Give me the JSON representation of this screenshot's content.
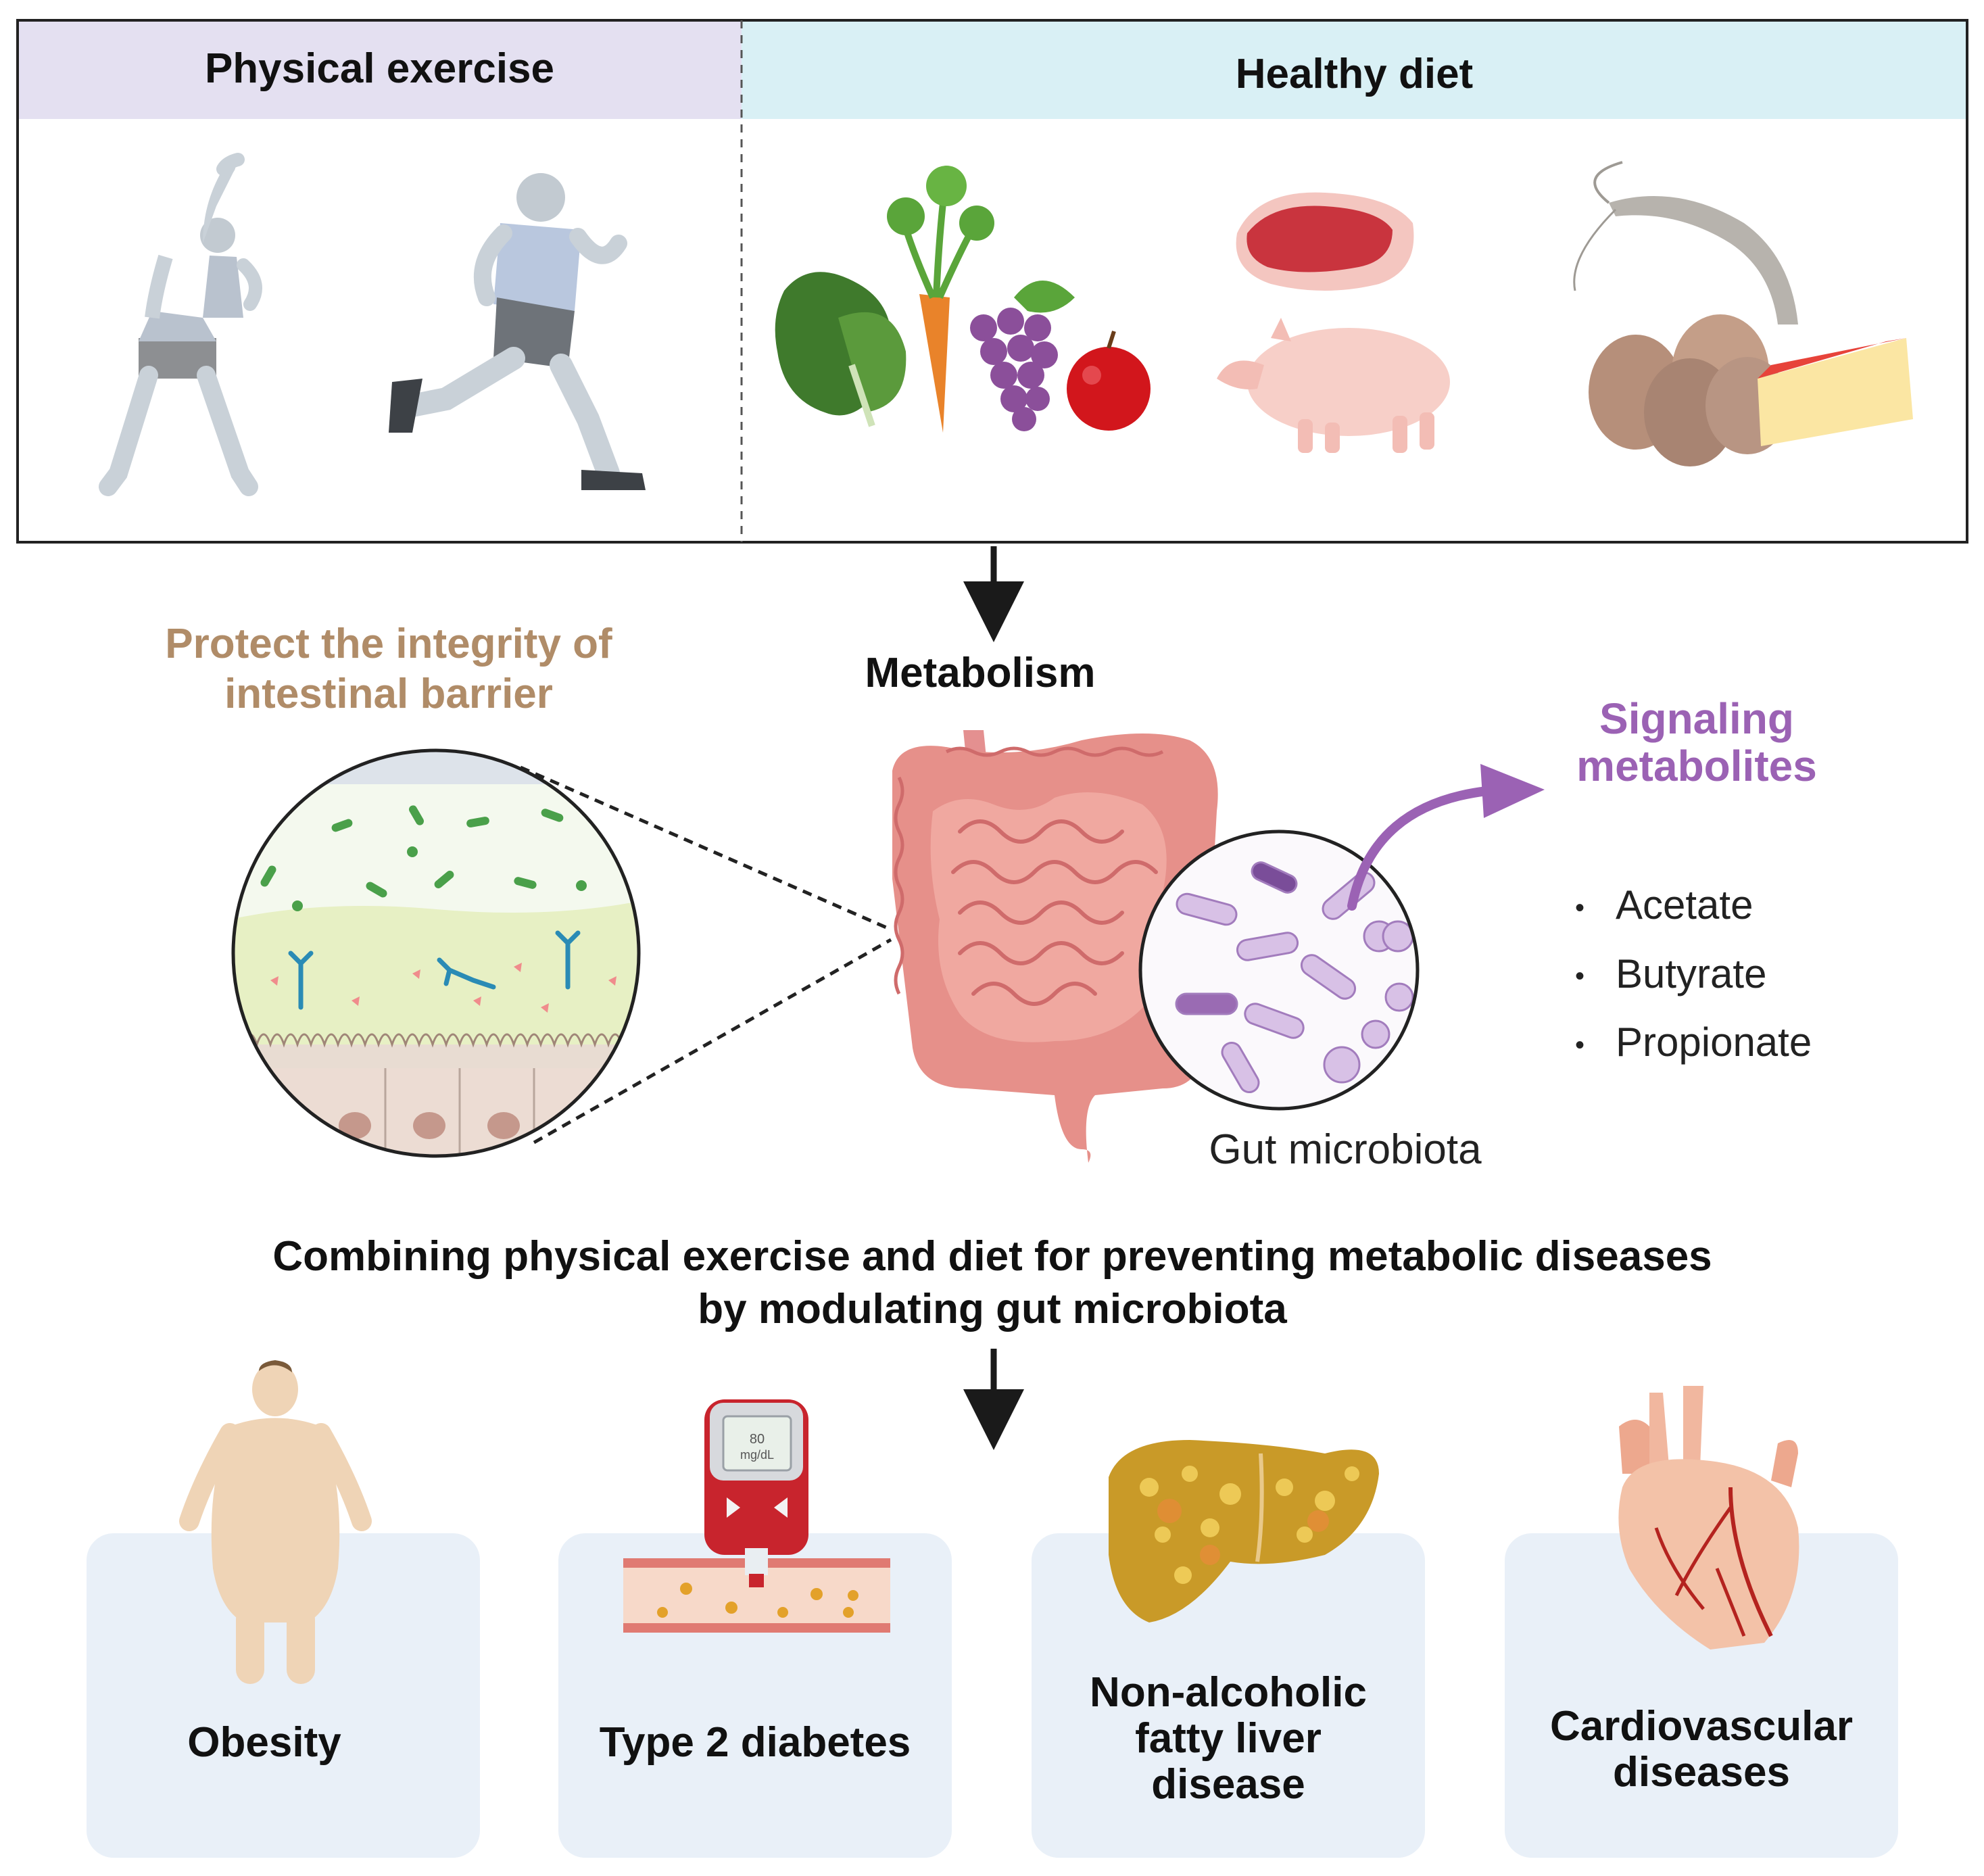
{
  "panels": {
    "exercise": "Physical exercise",
    "diet": "Healthy diet"
  },
  "barrier_label": "Protect the integrity of intestinal  barrier",
  "metabolism": "Metabolism",
  "signaling": "Signaling metabolites",
  "metabolites": [
    "Acetate",
    "Butyrate",
    "Propionate"
  ],
  "gut_microbiota": "Gut microbiota",
  "glucometer_reading": {
    "value": "80",
    "unit": "mg/dL"
  },
  "summary": "Combining physical exercise and diet for preventing metabolic diseases by modulating gut microbiota",
  "diseases": [
    "Obesity",
    "Type 2 diabetes",
    "Non-alcoholic fatty liver disease",
    "Cardiovascular diseases"
  ],
  "colors": {
    "exercise_header": "#e4e0f1",
    "diet_header": "#d9f0f5",
    "barrier_text": "#b08c68",
    "signaling_text": "#9b62b4",
    "card_fill": "#e9f0f8"
  }
}
